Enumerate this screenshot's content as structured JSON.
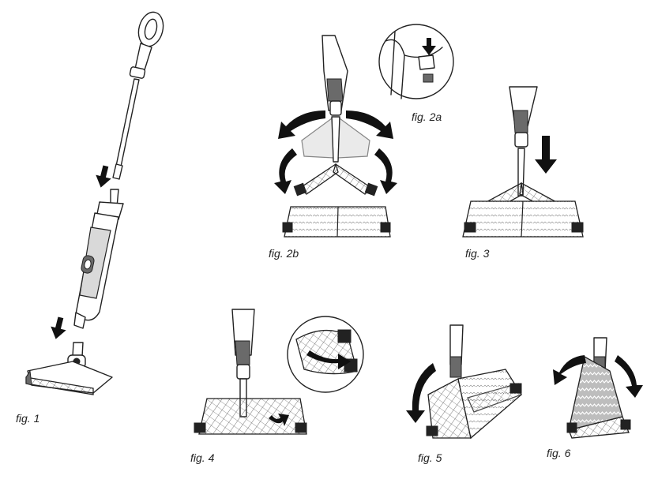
{
  "figures": [
    {
      "id": "fig1",
      "label": "fig. 1"
    },
    {
      "id": "fig2a",
      "label": "fig. 2a"
    },
    {
      "id": "fig2b",
      "label": "fig. 2b"
    },
    {
      "id": "fig3",
      "label": "fig. 3"
    },
    {
      "id": "fig4",
      "label": "fig. 4"
    },
    {
      "id": "fig5",
      "label": "fig. 5"
    },
    {
      "id": "fig6",
      "label": "fig. 6"
    }
  ],
  "colors": {
    "line": "#222222",
    "arrow": "#111111",
    "background": "#ffffff"
  }
}
